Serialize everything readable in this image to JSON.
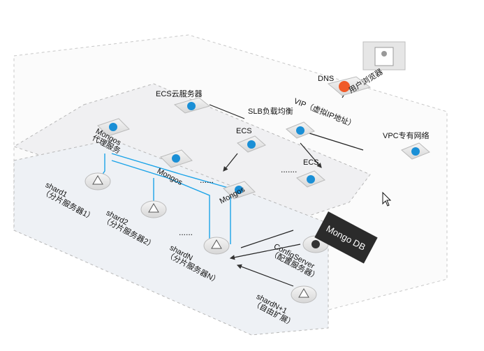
{
  "diagram": {
    "labels": {
      "user_browser": "用户浏览器",
      "dns": "DNS",
      "ecs_cloud_server": "ECS云服务器",
      "slb": "SLB负载均衡",
      "vip": "VIP（虚拟IP地址）",
      "ecs_1": "ECS",
      "ecs_2": "ECS",
      "vpc": "VPC专有网络",
      "mongos_proxy": "Mongos\n代理服务",
      "mongos_2": "Mongos",
      "mongos_3": "Mongos",
      "ellipsis_mongos": "......",
      "ellipsis_ecs": ".......",
      "ellipsis_shard": "......",
      "shard1": "shard1\n（分片服务器1）",
      "shard2": "shard2\n（分片服务器2）",
      "shardN": "shardN\n（分片服务器N）",
      "config_server": "ConfigServer\n（配置服务器）",
      "shardN_plus_1": "shardN+1\n（自由扩展）",
      "mongodb_banner": "Mongo DB"
    },
    "colors": {
      "cloud_blue": "#1a8fd6",
      "orange": "#f05a28",
      "dark": "#2b2b2b"
    }
  }
}
